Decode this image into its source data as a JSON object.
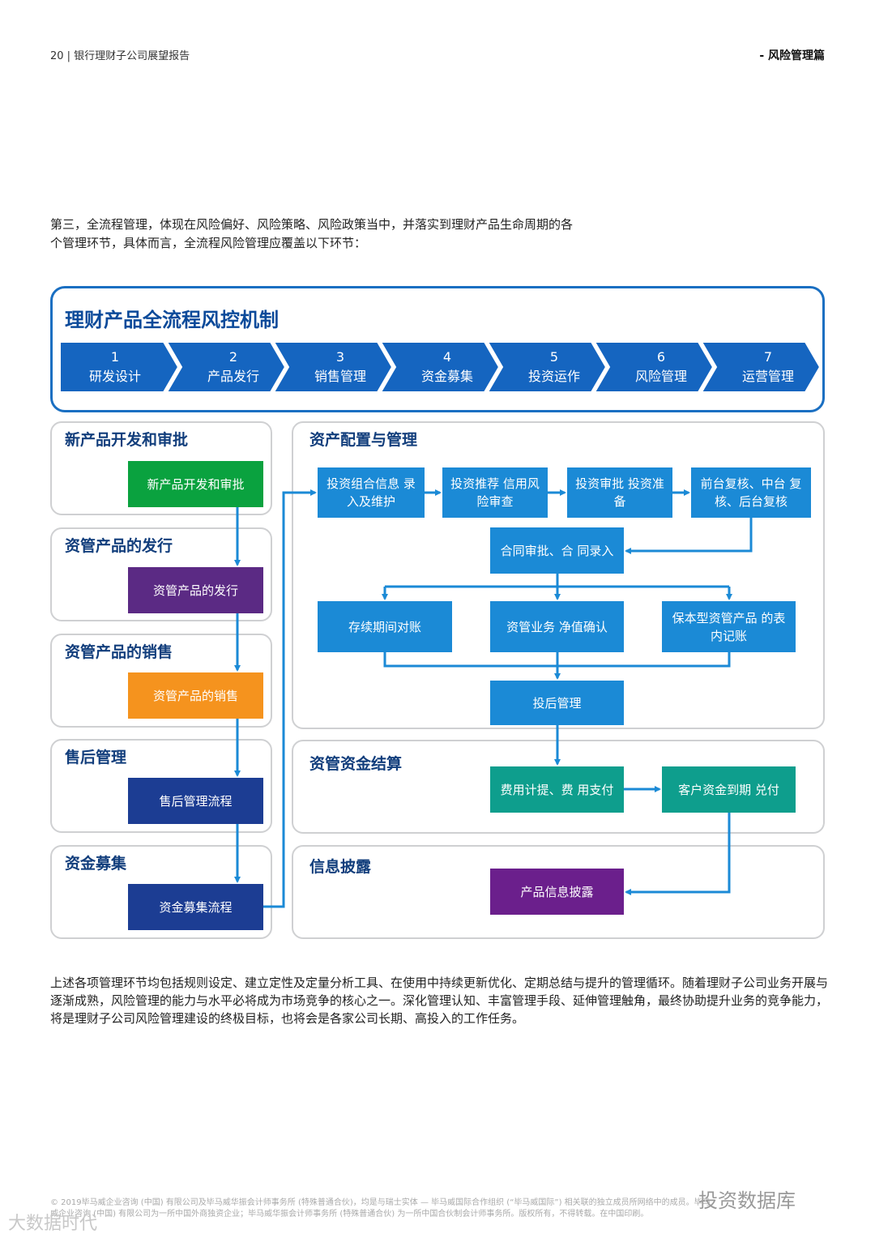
{
  "header": {
    "page_label": "20 | 银行理财子公司展望报告",
    "section_label": "- 风险管理篇"
  },
  "intro_text": "第三，全流程管理，体现在风险偏好、风险策略、风险政策当中，并落实到理财产品生命周期的各个管理环节，具体而言，全流程风险管理应覆盖以下环节：",
  "diagram": {
    "title": "理财产品全流程风控机制",
    "steps": [
      {
        "num": "1",
        "label": "研发设计"
      },
      {
        "num": "2",
        "label": "产品发行"
      },
      {
        "num": "3",
        "label": "销售管理"
      },
      {
        "num": "4",
        "label": "资金募集"
      },
      {
        "num": "5",
        "label": "投资运作"
      },
      {
        "num": "6",
        "label": "风险管理"
      },
      {
        "num": "7",
        "label": "运营管理"
      }
    ],
    "left_sections": [
      {
        "title": "新产品开发和审批",
        "box": "新产品开发和审批"
      },
      {
        "title": "资管产品的发行",
        "box": "资管产品的发行"
      },
      {
        "title": "资管产品的销售",
        "box": "资管产品的销售"
      },
      {
        "title": "售后管理",
        "box": "售后管理流程"
      },
      {
        "title": "资金募集",
        "box": "资金募集流程"
      }
    ],
    "asset_section": {
      "title": "资产配置与管理",
      "row1": [
        "投资组合信息 录入及维护",
        "投资推荐 信用风险审查",
        "投资审批 投资准备",
        "前台复核、中台 复核、后台复核"
      ],
      "contract": "合同审批、合 同录入",
      "row2": [
        "存续期间对账",
        "资管业务 净值确认",
        "保本型资管产品 的表内记账"
      ],
      "post": "投后管理"
    },
    "settle_section": {
      "title": "资管资金结算",
      "boxes": [
        "费用计提、费 用支付",
        "客户资金到期 兑付"
      ]
    },
    "disclosure_section": {
      "title": "信息披露",
      "box": "产品信息披露"
    }
  },
  "outro_text": "上述各项管理环节均包括规则设定、建立定性及定量分析工具、在使用中持续更新优化、定期总结与提升的管理循环。随着理财子公司业务开展与逐渐成熟，风险管理的能力与水平必将成为市场竞争的核心之一。深化管理认知、丰富管理手段、延伸管理触角，最终协助提升业务的竞争能力，将是理财子公司风险管理建设的终极目标，也将会是各家公司长期、高投入的工作任务。",
  "footer_text": "© 2019毕马威企业咨询 (中国) 有限公司及毕马威华振会计师事务所 (特殊普通合伙)，均是与瑞士实体 — 毕马威国际合作组织 (“毕马威国际”) 相关联的独立成员所网络中的成员。毕马威企业咨询 (中国) 有限公司为一所中国外商独资企业；毕马威华振会计师事务所 (特殊普通合伙) 为一所中国合伙制会计师事务所。版权所有，不得转载。在中国印刷。",
  "watermarks": {
    "left": "大数据时代",
    "right": "投资数据库"
  },
  "colors": {
    "chevron": "#1565c0",
    "blue_box": "#1b8ad6",
    "teal_box": "#0e9e8d",
    "green_box": "#0aa23f",
    "purple_box": "#5b2a84",
    "orange_box": "#f5931e",
    "navy_box": "#1c3d93",
    "violet_box": "#6b1f8c",
    "arrow": "#1b8ad6"
  }
}
